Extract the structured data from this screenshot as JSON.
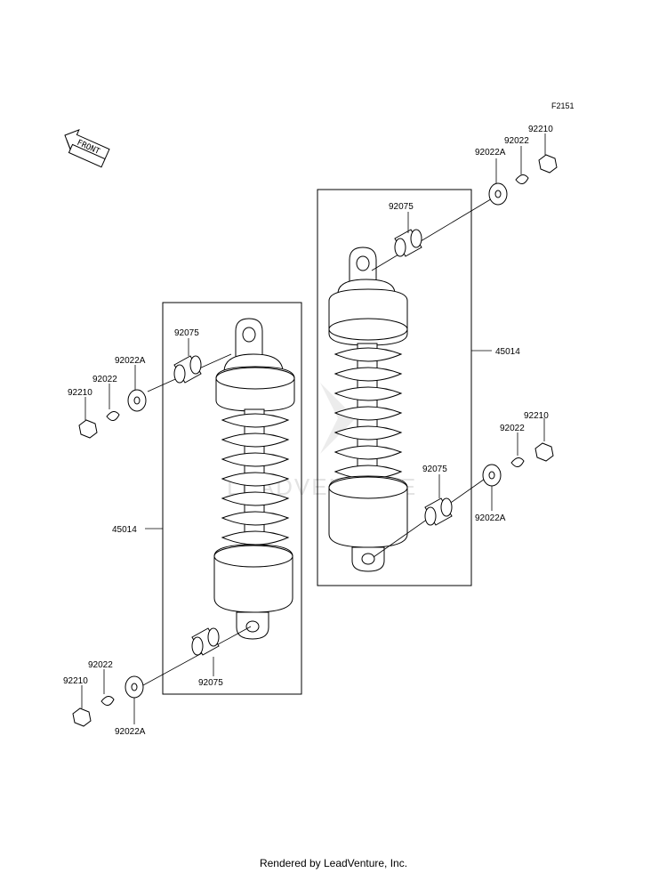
{
  "figure_code": "F2151",
  "front_label": "FRONT",
  "watermark": "LEADVENTURE",
  "footer": "Rendered by LeadVenture, Inc.",
  "left_assembly": {
    "assembly_label": "45014",
    "top_bushing": "92075",
    "top_washer": "92022A",
    "top_collar": "92022",
    "top_nut": "92210",
    "bottom_bushing": "92075",
    "bottom_washer": "92022A",
    "bottom_collar": "92022",
    "bottom_nut": "92210"
  },
  "right_assembly": {
    "assembly_label": "45014",
    "top_bushing": "92075",
    "top_washer": "92022A",
    "top_collar": "92022",
    "top_nut": "92210",
    "bottom_bushing": "92075",
    "bottom_washer": "92022A",
    "bottom_collar": "92022",
    "bottom_nut": "92210"
  }
}
